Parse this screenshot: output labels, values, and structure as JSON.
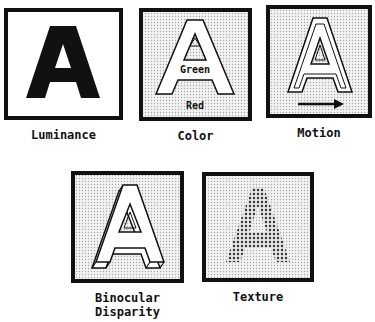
{
  "diagram": {
    "nodes": [
      {
        "text": [
          "Luminance"
        ]
      },
      {
        "text": [
          "Green",
          "Red",
          "Color"
        ]
      },
      {
        "text": [
          "Motion"
        ]
      },
      {
        "text": [
          "Binocular Disparity"
        ]
      },
      {
        "text": [
          "Texture"
        ]
      }
    ]
  }
}
